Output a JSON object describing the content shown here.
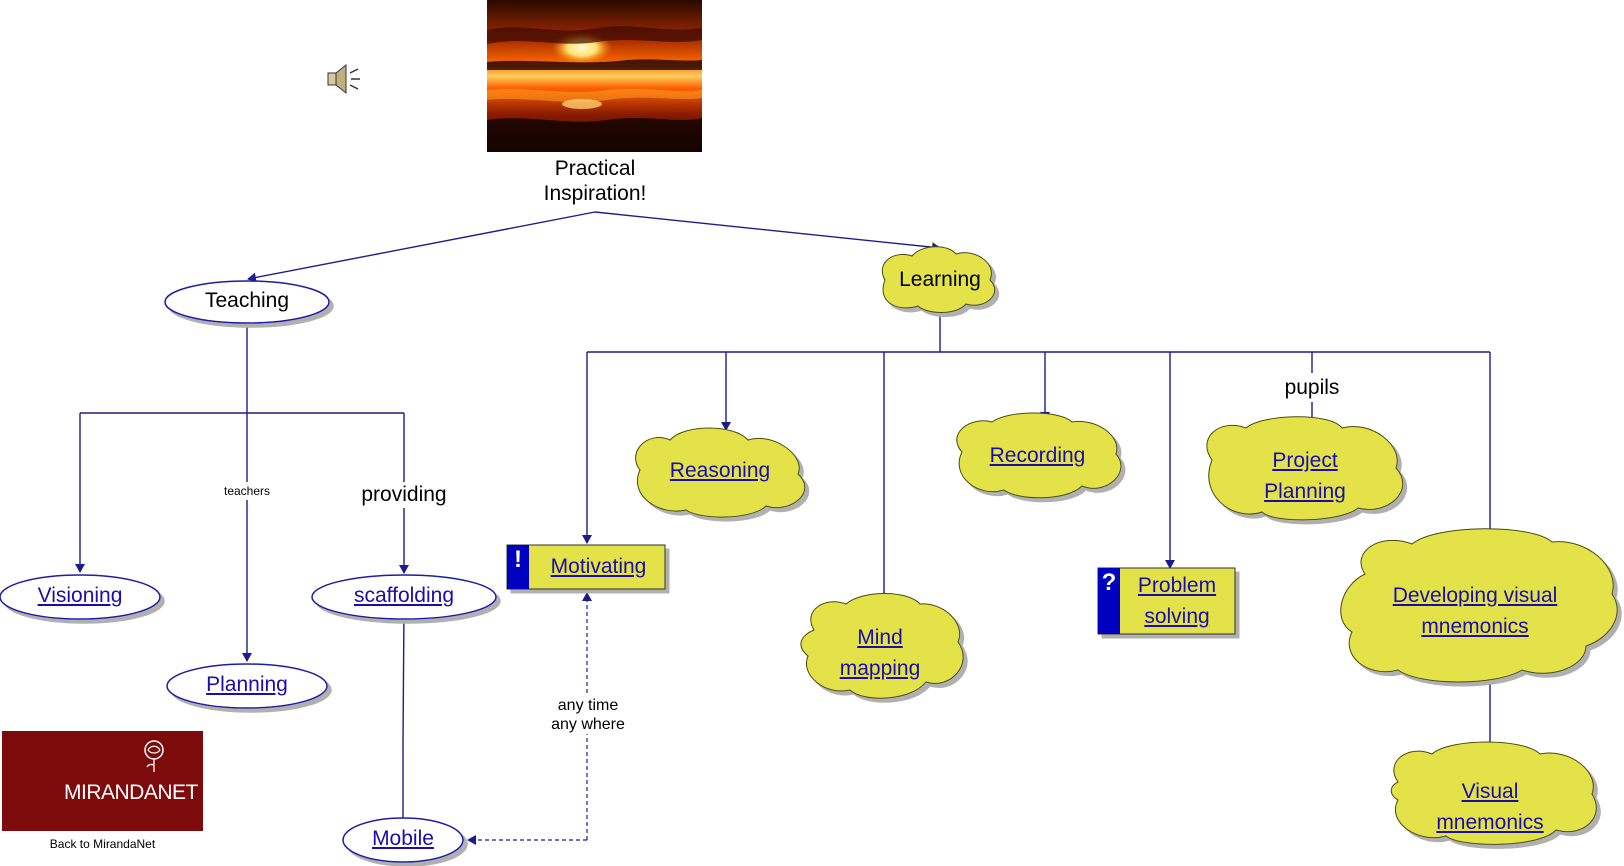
{
  "header": {
    "title_line1": "Practical",
    "title_line2": "Inspiration!",
    "sound_icon": "speaker-icon",
    "image": "sunset-photo"
  },
  "nodes": {
    "teaching": "Teaching",
    "learning": "Learning",
    "visioning": "Visioning",
    "planning": "Planning",
    "scaffolding": "scaffolding",
    "mobile": "Mobile",
    "motivating": "Motivating",
    "reasoning": "Reasoning",
    "mind_mapping_1": "Mind",
    "mind_mapping_2": "mapping",
    "recording": "Recording",
    "problem_solving_1": "Problem",
    "problem_solving_2": "solving",
    "project_planning_1": "Project",
    "project_planning_2": "Planning",
    "dev_visual_1": "Developing visual",
    "dev_visual_2": "mnemonics",
    "visual_mnem_1": "Visual",
    "visual_mnem_2": "mnemonics"
  },
  "link_labels": {
    "teachers": "teachers",
    "providing": "providing",
    "pupils": "pupils",
    "any_time": "any time",
    "any_where": "any where"
  },
  "markers": {
    "motivating_marker": "!",
    "problem_marker": "?"
  },
  "footer": {
    "logo_text": "MIRANDANET",
    "back_link": "Back to MirandaNet"
  },
  "colors": {
    "cloud_fill": "#e3e34a",
    "line": "#1c1c8c",
    "logo_bg": "#7d0b0b",
    "marker_bg": "#0000c0"
  }
}
